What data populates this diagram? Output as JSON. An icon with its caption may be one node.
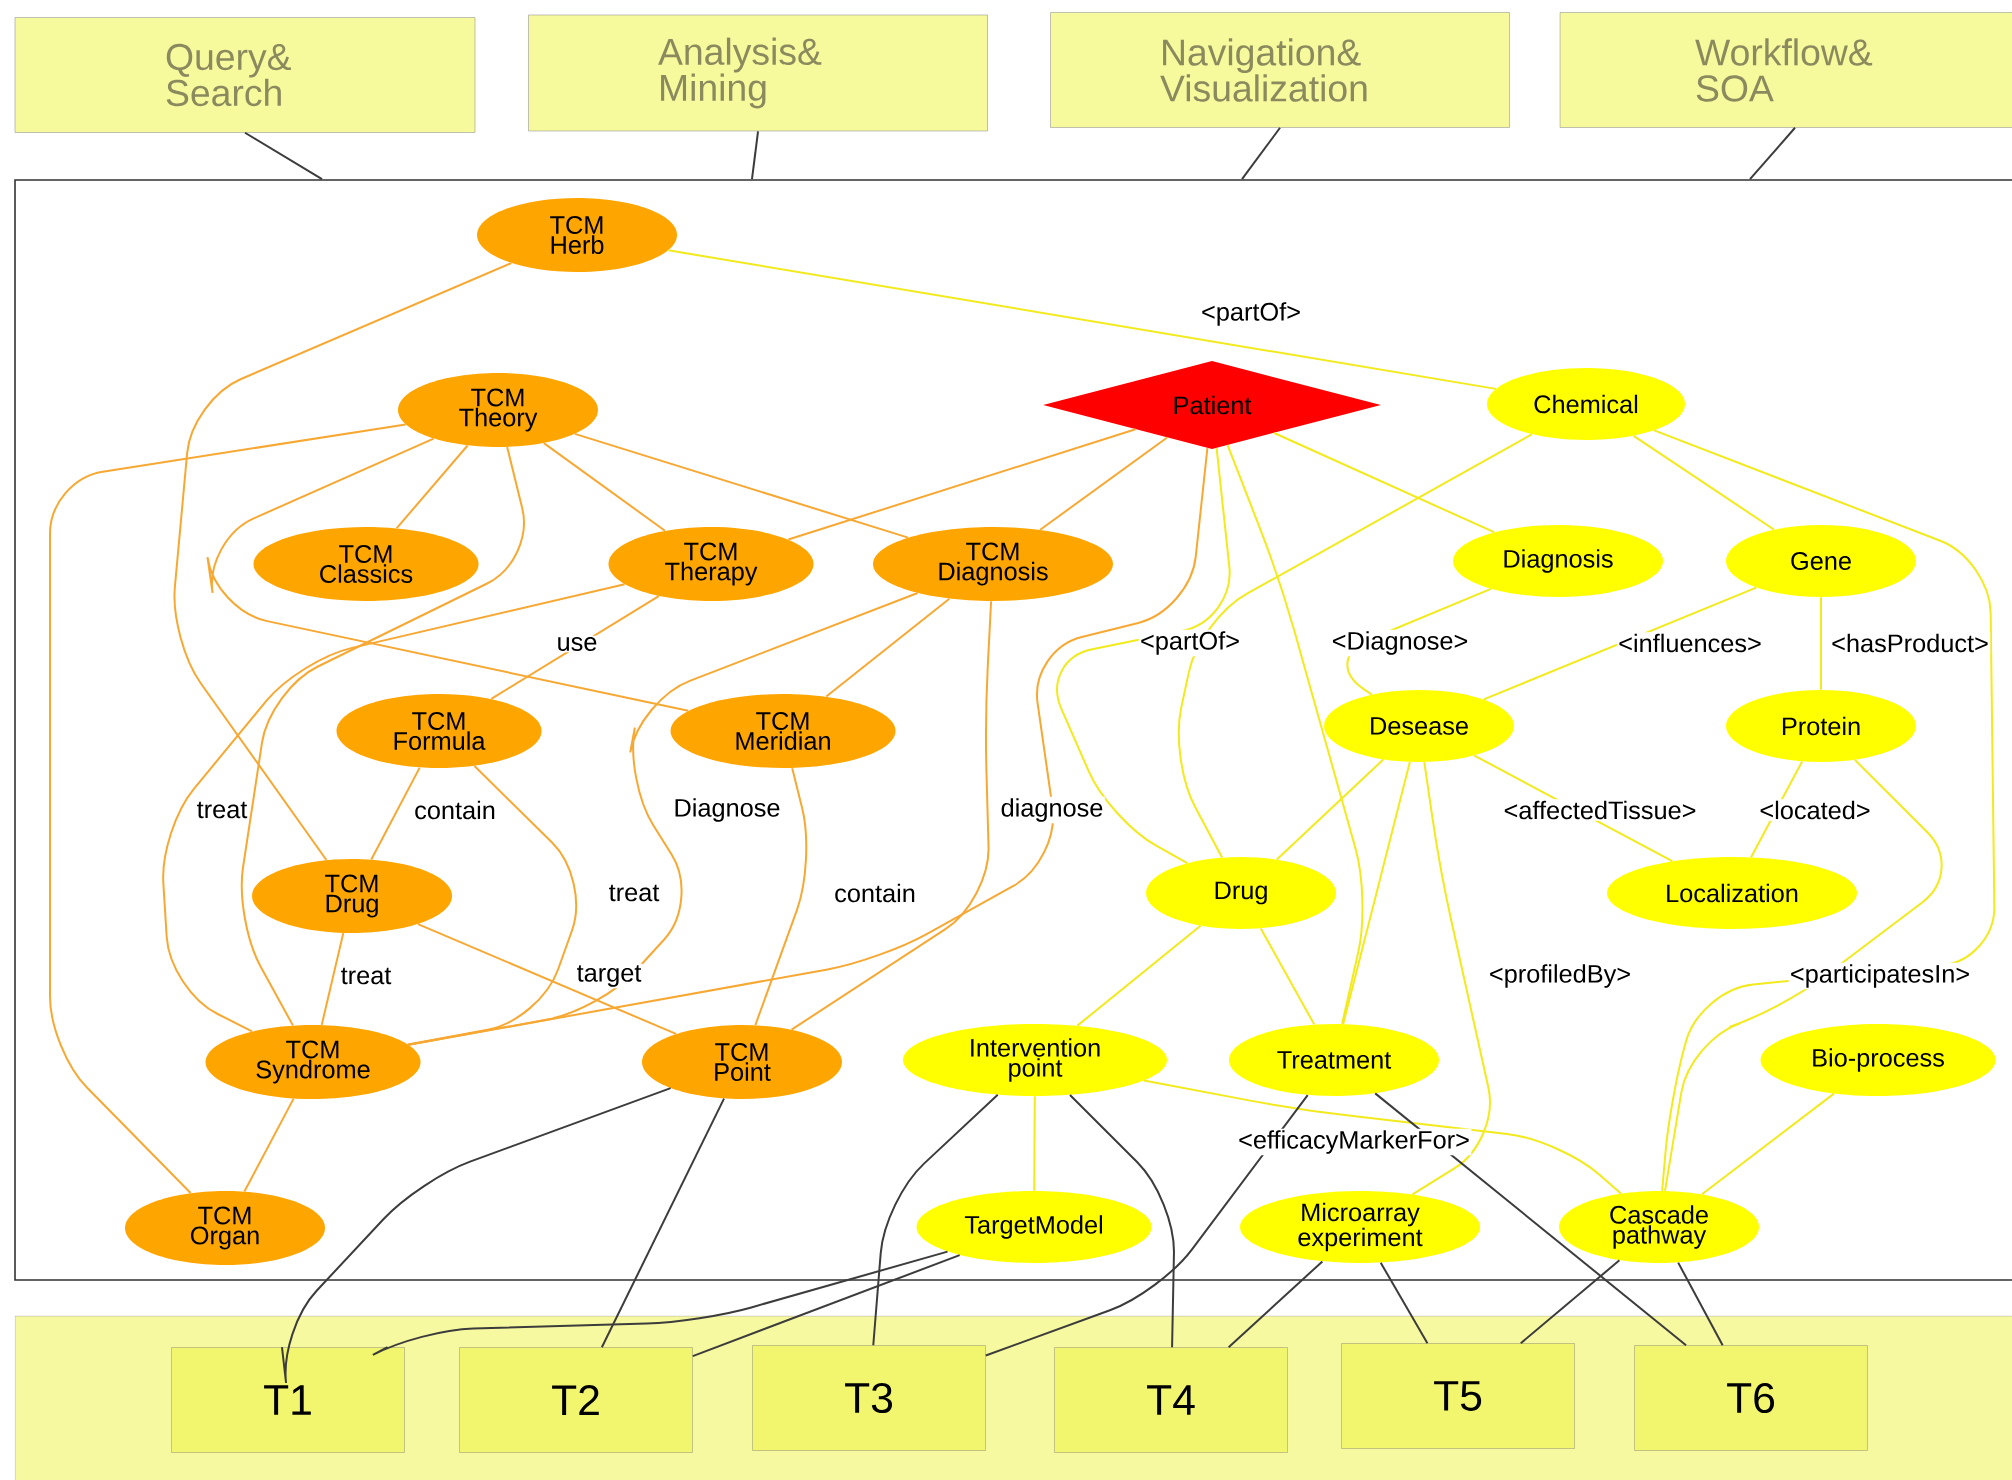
{
  "diagram": {
    "nodes": [
      {
        "text": [
          "Query& Search"
        ]
      },
      {
        "text": [
          "Analysis& Mining"
        ]
      },
      {
        "text": [
          "Navigation& Visualization"
        ]
      },
      {
        "text": [
          "Workflow& SOA"
        ]
      },
      {
        "text": [],
        "shape": "box"
      },
      {
        "text": [
          "TCM Herb"
        ],
        "in": 4
      },
      {
        "text": [
          "Patient"
        ],
        "in": 4
      },
      {
        "text": [
          "Chemical"
        ],
        "in": 4
      },
      {
        "text": [
          "TCM Theory"
        ],
        "in": 4
      },
      {
        "text": [
          "TCM Classics"
        ],
        "in": 4
      },
      {
        "text": [
          "TCM Therapy"
        ],
        "in": 4
      },
      {
        "text": [
          "TCM Diagnosis"
        ],
        "in": 4
      },
      {
        "text": [
          "Diagnosis"
        ],
        "in": 4
      },
      {
        "text": [
          "Gene"
        ],
        "in": 4
      },
      {
        "text": [
          "TCM Formula"
        ],
        "in": 4
      },
      {
        "text": [
          "TCM Meridian"
        ],
        "in": 4
      },
      {
        "text": [
          "Desease"
        ],
        "in": 4
      },
      {
        "text": [
          "Protein"
        ],
        "in": 4
      },
      {
        "text": [
          "TCM Drug"
        ],
        "in": 4
      },
      {
        "text": [
          "Drug"
        ],
        "in": 4
      },
      {
        "text": [
          "Localization"
        ],
        "in": 4
      },
      {
        "text": [
          "TCM Syndrome"
        ],
        "in": 4
      },
      {
        "text": [
          "TCM Point"
        ],
        "in": 4
      },
      {
        "text": [
          "Intervention point"
        ],
        "in": 4
      },
      {
        "text": [
          "Treatment"
        ],
        "in": 4
      },
      {
        "text": [
          "Bio-process"
        ],
        "in": 4
      },
      {
        "text": [
          "TCM Organ"
        ],
        "in": 4
      },
      {
        "text": [
          "TargetModel"
        ],
        "in": 4
      },
      {
        "text": [
          "Microarray experiment"
        ],
        "in": 4
      },
      {
        "text": [
          "Cascade pathway"
        ],
        "in": 4
      },
      {
        "text": [],
        "shape": "box"
      },
      {
        "text": [
          "T1"
        ],
        "in": 30
      },
      {
        "text": [
          "T2"
        ],
        "in": 30
      },
      {
        "text": [
          "T3"
        ],
        "in": 30
      },
      {
        "text": [
          "T4"
        ],
        "in": 30
      },
      {
        "text": [
          "T5"
        ],
        "in": 30
      },
      {
        "text": [
          "T6"
        ],
        "in": 30
      }
    ],
    "edges": [
      {
        "from": 0,
        "to": 4,
        "arrow": "none",
        "color": "#3c3c3c"
      },
      {
        "from": 1,
        "to": 4,
        "arrow": "none",
        "color": "#3c3c3c"
      },
      {
        "from": 2,
        "to": 4,
        "arrow": "none",
        "color": "#3c3c3c"
      },
      {
        "from": 3,
        "to": 4,
        "arrow": "none",
        "color": "#3c3c3c"
      },
      {
        "from": 5,
        "to": 18,
        "arrow": "none",
        "color": "#f7a833"
      },
      {
        "from": 8,
        "to": 9,
        "arrow": "none",
        "color": "#f7a833"
      },
      {
        "from": 8,
        "to": 10,
        "arrow": "none",
        "color": "#f7a833"
      },
      {
        "from": 8,
        "to": 11,
        "arrow": "none",
        "color": "#f7a833"
      },
      {
        "from": 8,
        "to": 26,
        "arrow": "none",
        "color": "#f7a833"
      },
      {
        "from": 8,
        "to": 15,
        "arrow": "none",
        "color": "#f7a833"
      },
      {
        "from": 8,
        "to": 21,
        "arrow": "none",
        "color": "#f7a833"
      },
      {
        "from": 10,
        "to": 21,
        "arrow": "none",
        "label": "treat",
        "color": "#f7a833"
      },
      {
        "from": 10,
        "to": 14,
        "arrow": "none",
        "label": "use",
        "color": "#f7a833"
      },
      {
        "from": 6,
        "to": 10,
        "arrow": "none",
        "color": "#f7a833"
      },
      {
        "from": 6,
        "to": 11,
        "arrow": "none",
        "color": "#f7a833"
      },
      {
        "from": 6,
        "to": 21,
        "arrow": "none",
        "label": "diagnose",
        "color": "#f7a833"
      },
      {
        "from": 11,
        "to": 15,
        "arrow": "none",
        "color": "#f7a833"
      },
      {
        "from": 11,
        "to": 22,
        "arrow": "none",
        "color": "#f7a833"
      },
      {
        "from": 11,
        "to": 21,
        "arrow": "none",
        "label": "Diagnose",
        "color": "#f7a833"
      },
      {
        "from": 15,
        "to": 22,
        "arrow": "none",
        "label": "contain",
        "color": "#f7a833"
      },
      {
        "from": 14,
        "to": 18,
        "arrow": "none",
        "label": "contain",
        "color": "#f7a833"
      },
      {
        "from": 14,
        "to": 21,
        "arrow": "none",
        "label": "treat",
        "color": "#f7a833"
      },
      {
        "from": 18,
        "to": 21,
        "arrow": "none",
        "label": "treat",
        "color": "#f7a833"
      },
      {
        "from": 18,
        "to": 22,
        "arrow": "none",
        "label": "target",
        "color": "#f7a833"
      },
      {
        "from": 21,
        "to": 26,
        "arrow": "none",
        "color": "#f7a833"
      },
      {
        "from": 5,
        "to": 7,
        "arrow": "none",
        "label": "<partOf>",
        "color": "#f2ea1c"
      },
      {
        "from": 7,
        "to": 19,
        "arrow": "none",
        "label": "<partOf>",
        "color": "#f2ea1c"
      },
      {
        "from": 7,
        "to": 13,
        "arrow": "none",
        "color": "#f2ea1c"
      },
      {
        "from": 7,
        "to": 29,
        "arrow": "none",
        "label": "<participatesIn>",
        "color": "#f2ea1c"
      },
      {
        "from": 6,
        "to": 12,
        "arrow": "none",
        "color": "#f2ea1c"
      },
      {
        "from": 6,
        "to": 19,
        "arrow": "none",
        "color": "#f2ea1c"
      },
      {
        "from": 6,
        "to": 24,
        "arrow": "none",
        "color": "#f2ea1c"
      },
      {
        "from": 12,
        "to": 16,
        "arrow": "none",
        "label": "<Diagnose>",
        "color": "#f2ea1c"
      },
      {
        "from": 13,
        "to": 16,
        "arrow": "none",
        "label": "<influences>",
        "color": "#f2ea1c"
      },
      {
        "from": 13,
        "to": 17,
        "arrow": "none",
        "label": "<hasProduct>",
        "color": "#f2ea1c"
      },
      {
        "from": 16,
        "to": 19,
        "arrow": "none",
        "color": "#f2ea1c"
      },
      {
        "from": 16,
        "to": 24,
        "arrow": "none",
        "color": "#f2ea1c"
      },
      {
        "from": 16,
        "to": 28,
        "arrow": "none",
        "label": "<profiledBy>",
        "color": "#f2ea1c"
      },
      {
        "from": 16,
        "to": 20,
        "arrow": "none",
        "label": "<affectedTissue>",
        "color": "#f2ea1c"
      },
      {
        "from": 17,
        "to": 20,
        "arrow": "none",
        "label": "<located>",
        "color": "#f2ea1c"
      },
      {
        "from": 17,
        "to": 29,
        "arrow": "none",
        "color": "#f2ea1c"
      },
      {
        "from": 19,
        "to": 23,
        "arrow": "none",
        "color": "#f2ea1c"
      },
      {
        "from": 19,
        "to": 24,
        "arrow": "none",
        "color": "#f2ea1c"
      },
      {
        "from": 23,
        "to": 27,
        "arrow": "none",
        "color": "#f2ea1c"
      },
      {
        "from": 23,
        "to": 29,
        "arrow": "none",
        "label": "<efficacyMarkerFor>",
        "color": "#f2ea1c"
      },
      {
        "from": 25,
        "to": 29,
        "arrow": "none",
        "color": "#f2ea1c"
      },
      {
        "from": 22,
        "to": 31,
        "arrow": "none",
        "color": "#3c3c3c"
      },
      {
        "from": 22,
        "to": 32,
        "arrow": "none",
        "color": "#3c3c3c"
      },
      {
        "from": 23,
        "to": 33,
        "arrow": "none",
        "color": "#3c3c3c"
      },
      {
        "from": 23,
        "to": 34,
        "arrow": "none",
        "color": "#3c3c3c"
      },
      {
        "from": 27,
        "to": 31,
        "arrow": "none",
        "color": "#3c3c3c"
      },
      {
        "from": 27,
        "to": 32,
        "arrow": "none",
        "color": "#3c3c3c"
      },
      {
        "from": 24,
        "to": 33,
        "arrow": "none",
        "color": "#3c3c3c"
      },
      {
        "from": 24,
        "to": 36,
        "arrow": "none",
        "color": "#3c3c3c"
      },
      {
        "from": 28,
        "to": 34,
        "arrow": "none",
        "color": "#3c3c3c"
      },
      {
        "from": 28,
        "to": 35,
        "arrow": "none",
        "color": "#3c3c3c"
      },
      {
        "from": 29,
        "to": 35,
        "arrow": "none",
        "color": "#3c3c3c"
      },
      {
        "from": 29,
        "to": 36,
        "arrow": "none",
        "color": "#3c3c3c"
      }
    ]
  }
}
